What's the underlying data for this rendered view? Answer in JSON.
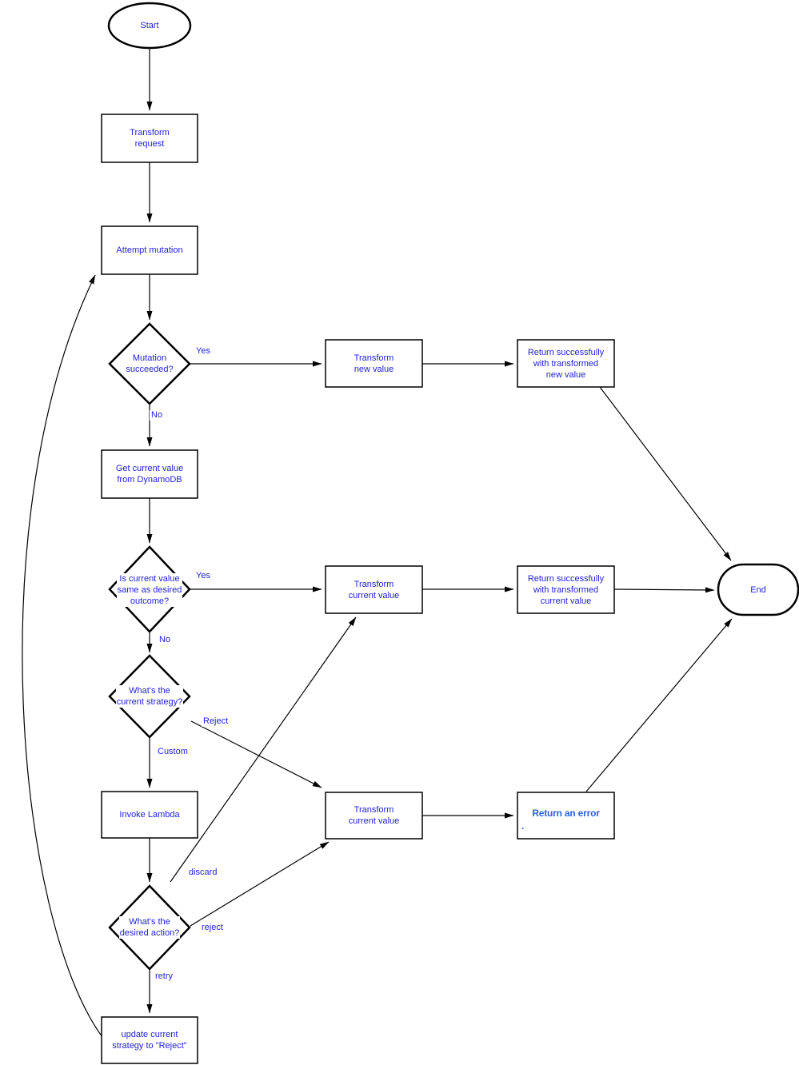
{
  "diagram": {
    "type": "flowchart",
    "colors": {
      "background": "#ffffff",
      "shape_stroke": "#000000",
      "connector": "#000000",
      "label_text": "#2222dc",
      "error_label_text": "#2e5fe0"
    },
    "nodes": {
      "start": {
        "label": "Start",
        "shape": "ellipse"
      },
      "transform_request": {
        "label": "Transform\nrequest",
        "shape": "rect"
      },
      "attempt_mutation": {
        "label": "Attempt mutation",
        "shape": "rect"
      },
      "mutation_succeeded": {
        "label": "Mutation\nsucceeded?",
        "shape": "diamond"
      },
      "transform_new_value": {
        "label": "Transform\nnew value",
        "shape": "rect"
      },
      "return_success_new_value": {
        "label": "Return successfully\nwith transformed\nnew value",
        "shape": "rect"
      },
      "get_current_value": {
        "label": "Get current value\nfrom DynamoDB",
        "shape": "rect"
      },
      "is_current_value_same": {
        "label": "Is current value\nsame as desired\noutcome?",
        "shape": "diamond"
      },
      "transform_current_value_mid": {
        "label": "Transform\ncurrent value",
        "shape": "rect"
      },
      "return_success_current_value": {
        "label": "Return successfully\nwith transformed\ncurrent value",
        "shape": "rect"
      },
      "whats_current_strategy": {
        "label": "What's the\ncurrent strategy?",
        "shape": "diamond"
      },
      "invoke_lambda": {
        "label": "Invoke Lambda",
        "shape": "rect"
      },
      "whats_desired_action": {
        "label": "What's the\ndesired action?",
        "shape": "diamond"
      },
      "transform_current_value_bottom": {
        "label": "Transform\ncurrent value",
        "shape": "rect"
      },
      "return_an_error": {
        "label": "Return an error",
        "note": ".",
        "shape": "rect"
      },
      "update_current_strategy": {
        "label": "update current\nstrategy to \"Reject\"",
        "shape": "rect"
      },
      "end": {
        "label": "End",
        "shape": "terminator"
      }
    },
    "edge_labels": {
      "mutation_yes": "Yes",
      "mutation_no": "No",
      "same_yes": "Yes",
      "same_no": "No",
      "strategy_reject": "Reject",
      "strategy_custom": "Custom",
      "action_discard": "discard",
      "action_reject": "reject",
      "action_retry": "retry"
    }
  }
}
